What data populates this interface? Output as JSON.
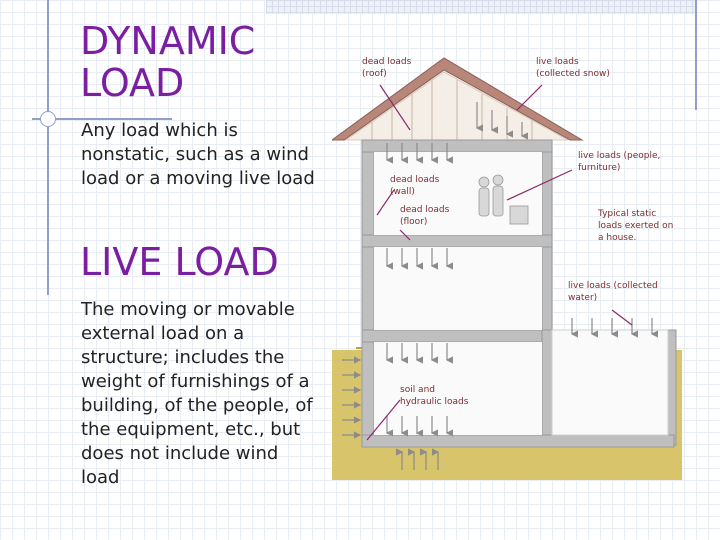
{
  "slide": {
    "heading1": [
      "DYNAMIC",
      "LOAD"
    ],
    "definition1": "Any load which is nonstatic, such as a wind load or a moving live load",
    "heading2": "LIVE LOAD",
    "definition2": "The moving or movable external load on a structure; includes the weight of furnishings of a building, of the people, of the equipment, etc., but does not include wind load"
  },
  "diagram": {
    "labels": {
      "dead_roof": [
        "dead loads",
        "(roof)"
      ],
      "live_snow": [
        "live loads",
        "(collected snow)"
      ],
      "live_people": [
        "live loads (people,",
        "furniture)"
      ],
      "dead_wall": [
        "dead loads",
        "(wall)"
      ],
      "dead_floor": [
        "dead loads",
        "(floor)"
      ],
      "static_note": [
        "Typical static",
        "loads exerted on",
        "a house."
      ],
      "live_water": [
        "live loads (collected",
        "water)"
      ],
      "soil": [
        "soil and",
        "hydraulic loads"
      ]
    },
    "colors": {
      "label": "#7a2f2f",
      "pointer": "#8a2a6a",
      "arrow": "#8c8c8c",
      "soil": "#d8c46a",
      "concrete": "#bfbfbf",
      "roof": "#b9877a"
    }
  }
}
